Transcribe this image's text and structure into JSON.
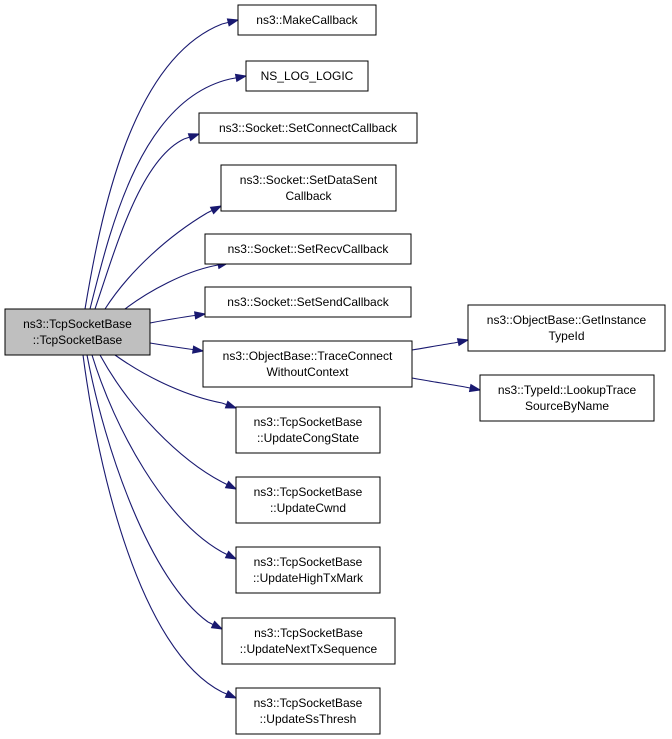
{
  "colors": {
    "edge": "#191970",
    "node_fill": "#ffffff",
    "root_fill": "#bfbfbf",
    "node_border": "#000000"
  },
  "root": {
    "line1": "ns3::TcpSocketBase",
    "line2": "::TcpSocketBase"
  },
  "nodes": [
    {
      "id": "make-callback",
      "lines": [
        "ns3::MakeCallback"
      ]
    },
    {
      "id": "ns-log-logic",
      "lines": [
        "NS_LOG_LOGIC"
      ]
    },
    {
      "id": "set-connect-callback",
      "lines": [
        "ns3::Socket::SetConnectCallback"
      ]
    },
    {
      "id": "set-data-sent-callback",
      "lines": [
        "ns3::Socket::SetDataSent",
        "Callback"
      ]
    },
    {
      "id": "set-recv-callback",
      "lines": [
        "ns3::Socket::SetRecvCallback"
      ]
    },
    {
      "id": "set-send-callback",
      "lines": [
        "ns3::Socket::SetSendCallback"
      ]
    },
    {
      "id": "trace-connect-without-context",
      "lines": [
        "ns3::ObjectBase::TraceConnect",
        "WithoutContext"
      ]
    },
    {
      "id": "get-instance-type-id",
      "lines": [
        "ns3::ObjectBase::GetInstance",
        "TypeId"
      ]
    },
    {
      "id": "lookup-trace-source-by-name",
      "lines": [
        "ns3::TypeId::LookupTrace",
        "SourceByName"
      ]
    },
    {
      "id": "update-cong-state",
      "lines": [
        "ns3::TcpSocketBase",
        "::UpdateCongState"
      ]
    },
    {
      "id": "update-cwnd",
      "lines": [
        "ns3::TcpSocketBase",
        "::UpdateCwnd"
      ]
    },
    {
      "id": "update-high-tx-mark",
      "lines": [
        "ns3::TcpSocketBase",
        "::UpdateHighTxMark"
      ]
    },
    {
      "id": "update-next-tx-sequence",
      "lines": [
        "ns3::TcpSocketBase",
        "::UpdateNextTxSequence"
      ]
    },
    {
      "id": "update-ss-thresh",
      "lines": [
        "ns3::TcpSocketBase",
        "::UpdateSsThresh"
      ]
    }
  ],
  "edges": [
    {
      "from": "root",
      "to": "make-callback"
    },
    {
      "from": "root",
      "to": "ns-log-logic"
    },
    {
      "from": "root",
      "to": "set-connect-callback"
    },
    {
      "from": "root",
      "to": "set-data-sent-callback"
    },
    {
      "from": "root",
      "to": "set-recv-callback"
    },
    {
      "from": "root",
      "to": "set-send-callback"
    },
    {
      "from": "root",
      "to": "trace-connect-without-context"
    },
    {
      "from": "trace-connect-without-context",
      "to": "get-instance-type-id"
    },
    {
      "from": "trace-connect-without-context",
      "to": "lookup-trace-source-by-name"
    },
    {
      "from": "root",
      "to": "update-cong-state"
    },
    {
      "from": "root",
      "to": "update-cwnd"
    },
    {
      "from": "root",
      "to": "update-high-tx-mark"
    },
    {
      "from": "root",
      "to": "update-next-tx-sequence"
    },
    {
      "from": "root",
      "to": "update-ss-thresh"
    }
  ]
}
